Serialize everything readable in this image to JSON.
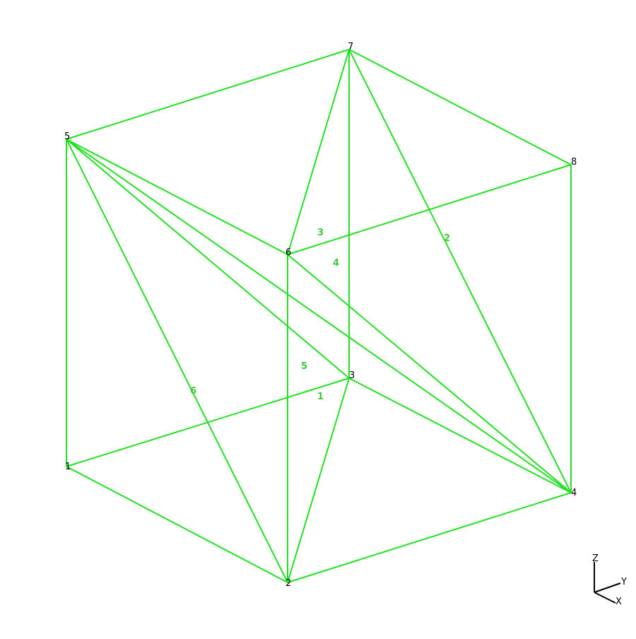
{
  "colors": {
    "background": "#ffffff",
    "mesh_edge": "#22e022",
    "element_label": "#3cc93c",
    "node_label": "#000000",
    "axis_triad": "#000000"
  },
  "nodes": [
    {
      "id": "1",
      "label": "1"
    },
    {
      "id": "2",
      "label": "2"
    },
    {
      "id": "3",
      "label": "3"
    },
    {
      "id": "4",
      "label": "4"
    },
    {
      "id": "5",
      "label": "5"
    },
    {
      "id": "6",
      "label": "6"
    },
    {
      "id": "7",
      "label": "7"
    },
    {
      "id": "8",
      "label": "8"
    }
  ],
  "elements": [
    {
      "id": "1",
      "label": "1",
      "nodes": [
        "2",
        "3",
        "4",
        "5"
      ]
    },
    {
      "id": "2",
      "label": "2",
      "nodes": [
        "3",
        "4",
        "5",
        "7"
      ]
    },
    {
      "id": "3",
      "label": "3",
      "nodes": [
        "5",
        "6",
        "7",
        "4"
      ]
    },
    {
      "id": "4",
      "label": "4",
      "nodes": [
        "4",
        "6",
        "7",
        "8"
      ]
    },
    {
      "id": "5",
      "label": "5",
      "nodes": [
        "2",
        "4",
        "5",
        "6"
      ]
    },
    {
      "id": "6",
      "label": "6",
      "nodes": [
        "1",
        "2",
        "3",
        "5"
      ]
    }
  ],
  "edges": [
    [
      "1",
      "2"
    ],
    [
      "1",
      "3"
    ],
    [
      "1",
      "5"
    ],
    [
      "2",
      "4"
    ],
    [
      "2",
      "6"
    ],
    [
      "2",
      "3"
    ],
    [
      "2",
      "5"
    ],
    [
      "3",
      "4"
    ],
    [
      "3",
      "7"
    ],
    [
      "3",
      "5"
    ],
    [
      "4",
      "8"
    ],
    [
      "4",
      "6"
    ],
    [
      "4",
      "7"
    ],
    [
      "4",
      "5"
    ],
    [
      "5",
      "6"
    ],
    [
      "5",
      "7"
    ],
    [
      "6",
      "7"
    ],
    [
      "6",
      "8"
    ],
    [
      "7",
      "8"
    ]
  ],
  "axis_triad": {
    "labels": [
      "Z",
      "Y",
      "X"
    ]
  }
}
